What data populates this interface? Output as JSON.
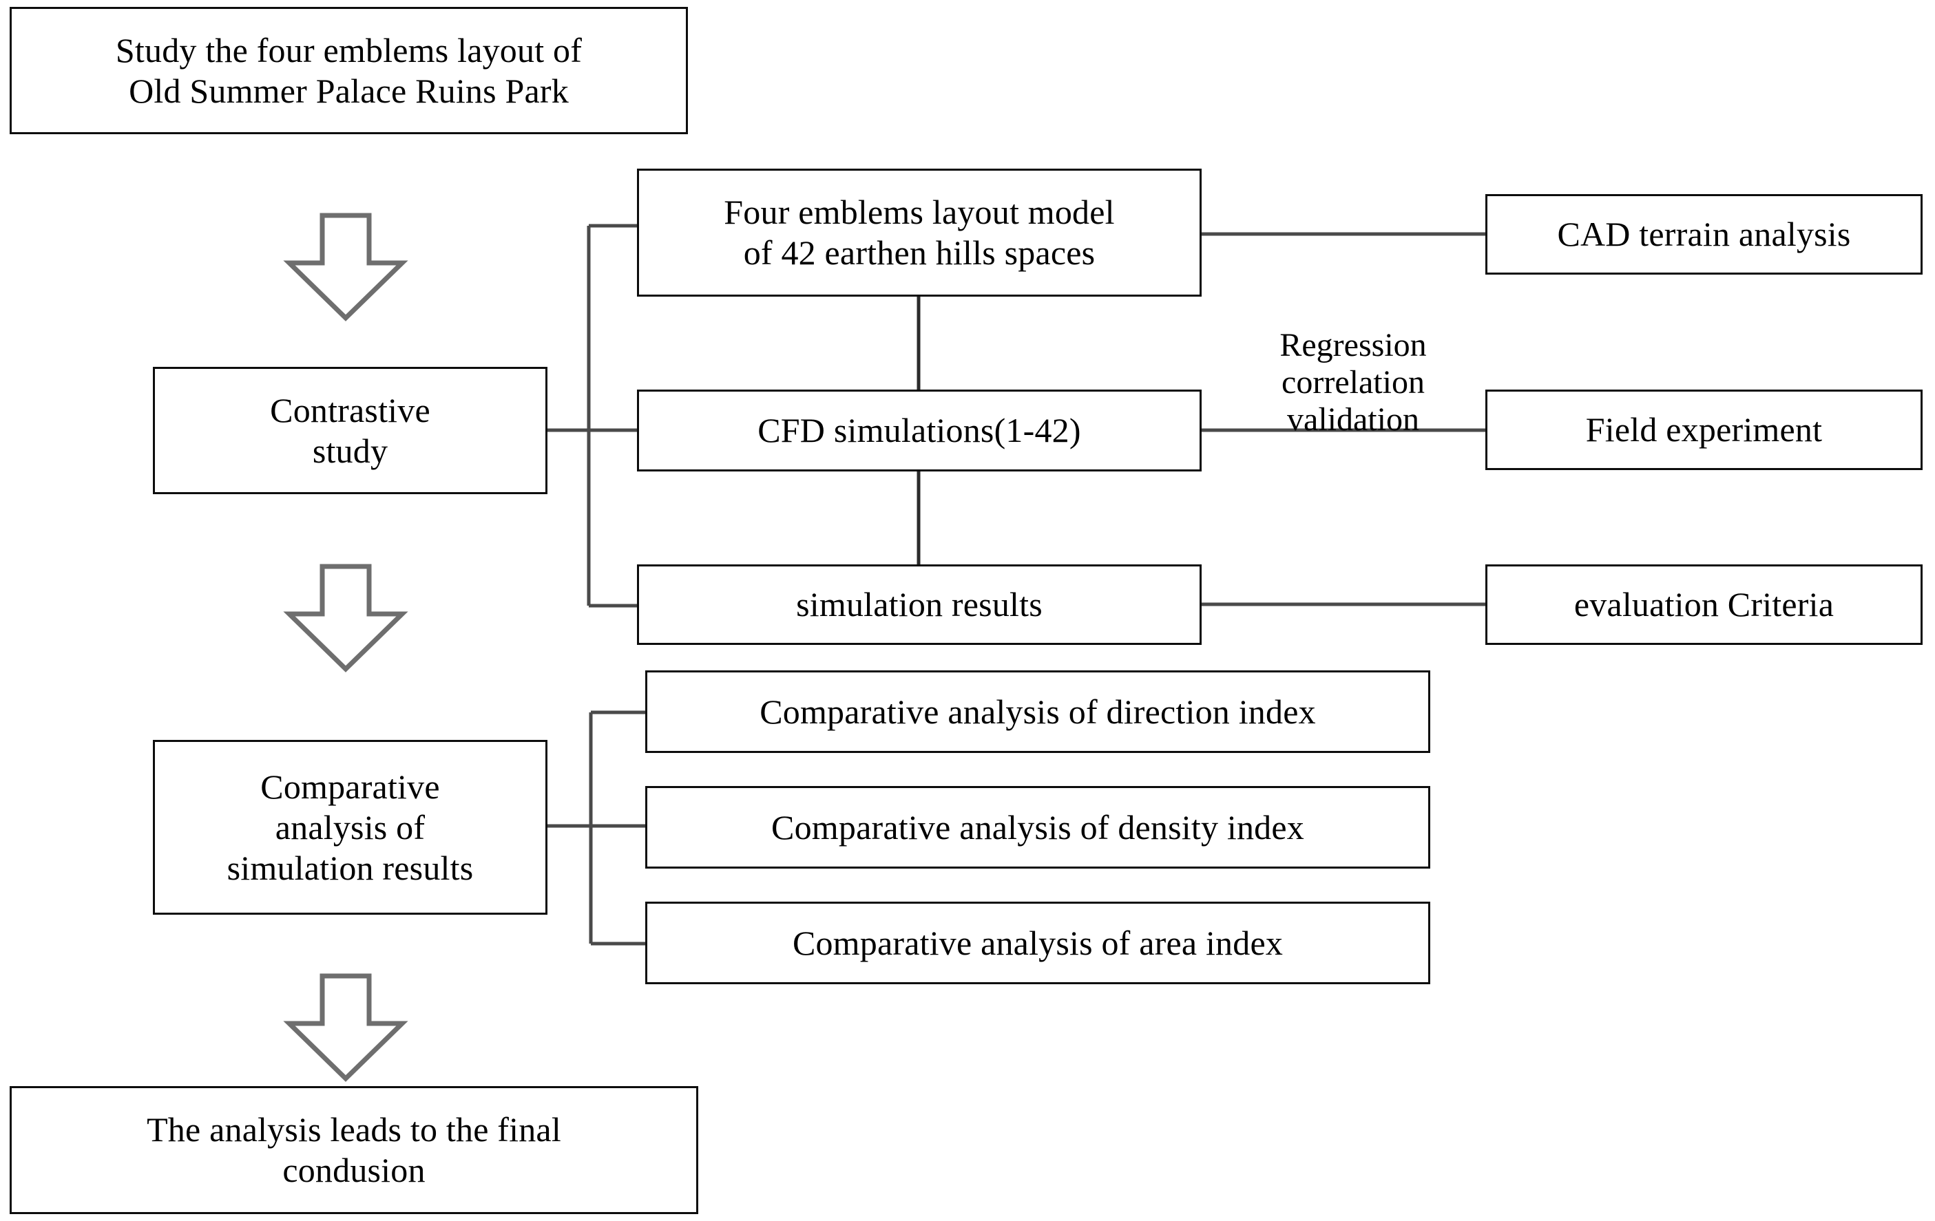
{
  "diagram": {
    "title": "Research workflow flowchart",
    "colors": {
      "box_border": "#0d0d0d",
      "connector": "#4a4a4a",
      "arrow_outline": "#6e6e6e",
      "background": "#ffffff",
      "text": "#000000"
    },
    "nodes": {
      "study_topic": {
        "label": "Study the four emblems layout of\nOld Summer Palace Ruins Park"
      },
      "contrastive_study": {
        "label": "Contrastive\nstudy"
      },
      "layout_model": {
        "label": "Four emblems layout model\nof 42 earthen hills spaces"
      },
      "cfd_simulations": {
        "label": "CFD simulations(1-42)"
      },
      "simulation_results": {
        "label": "simulation results"
      },
      "cad_terrain": {
        "label": "CAD terrain analysis"
      },
      "field_experiment": {
        "label": "Field experiment"
      },
      "evaluation_criteria": {
        "label": "evaluation Criteria"
      },
      "comparative_analysis": {
        "label": "Comparative\nanalysis of\nsimulation results"
      },
      "direction_index": {
        "label": "Comparative analysis of direction index"
      },
      "density_index": {
        "label": "Comparative analysis of density index"
      },
      "area_index": {
        "label": "Comparative analysis of area index"
      },
      "final_conclusion": {
        "label": "The analysis leads to the final\ncondusion"
      }
    },
    "edge_labels": {
      "regression_validation": "Regression\ncorrelation\nvalidation"
    },
    "arrows": [
      {
        "name": "arrow-study-to-contrastive"
      },
      {
        "name": "arrow-contrastive-to-comparative"
      },
      {
        "name": "arrow-comparative-to-conclusion"
      }
    ]
  }
}
